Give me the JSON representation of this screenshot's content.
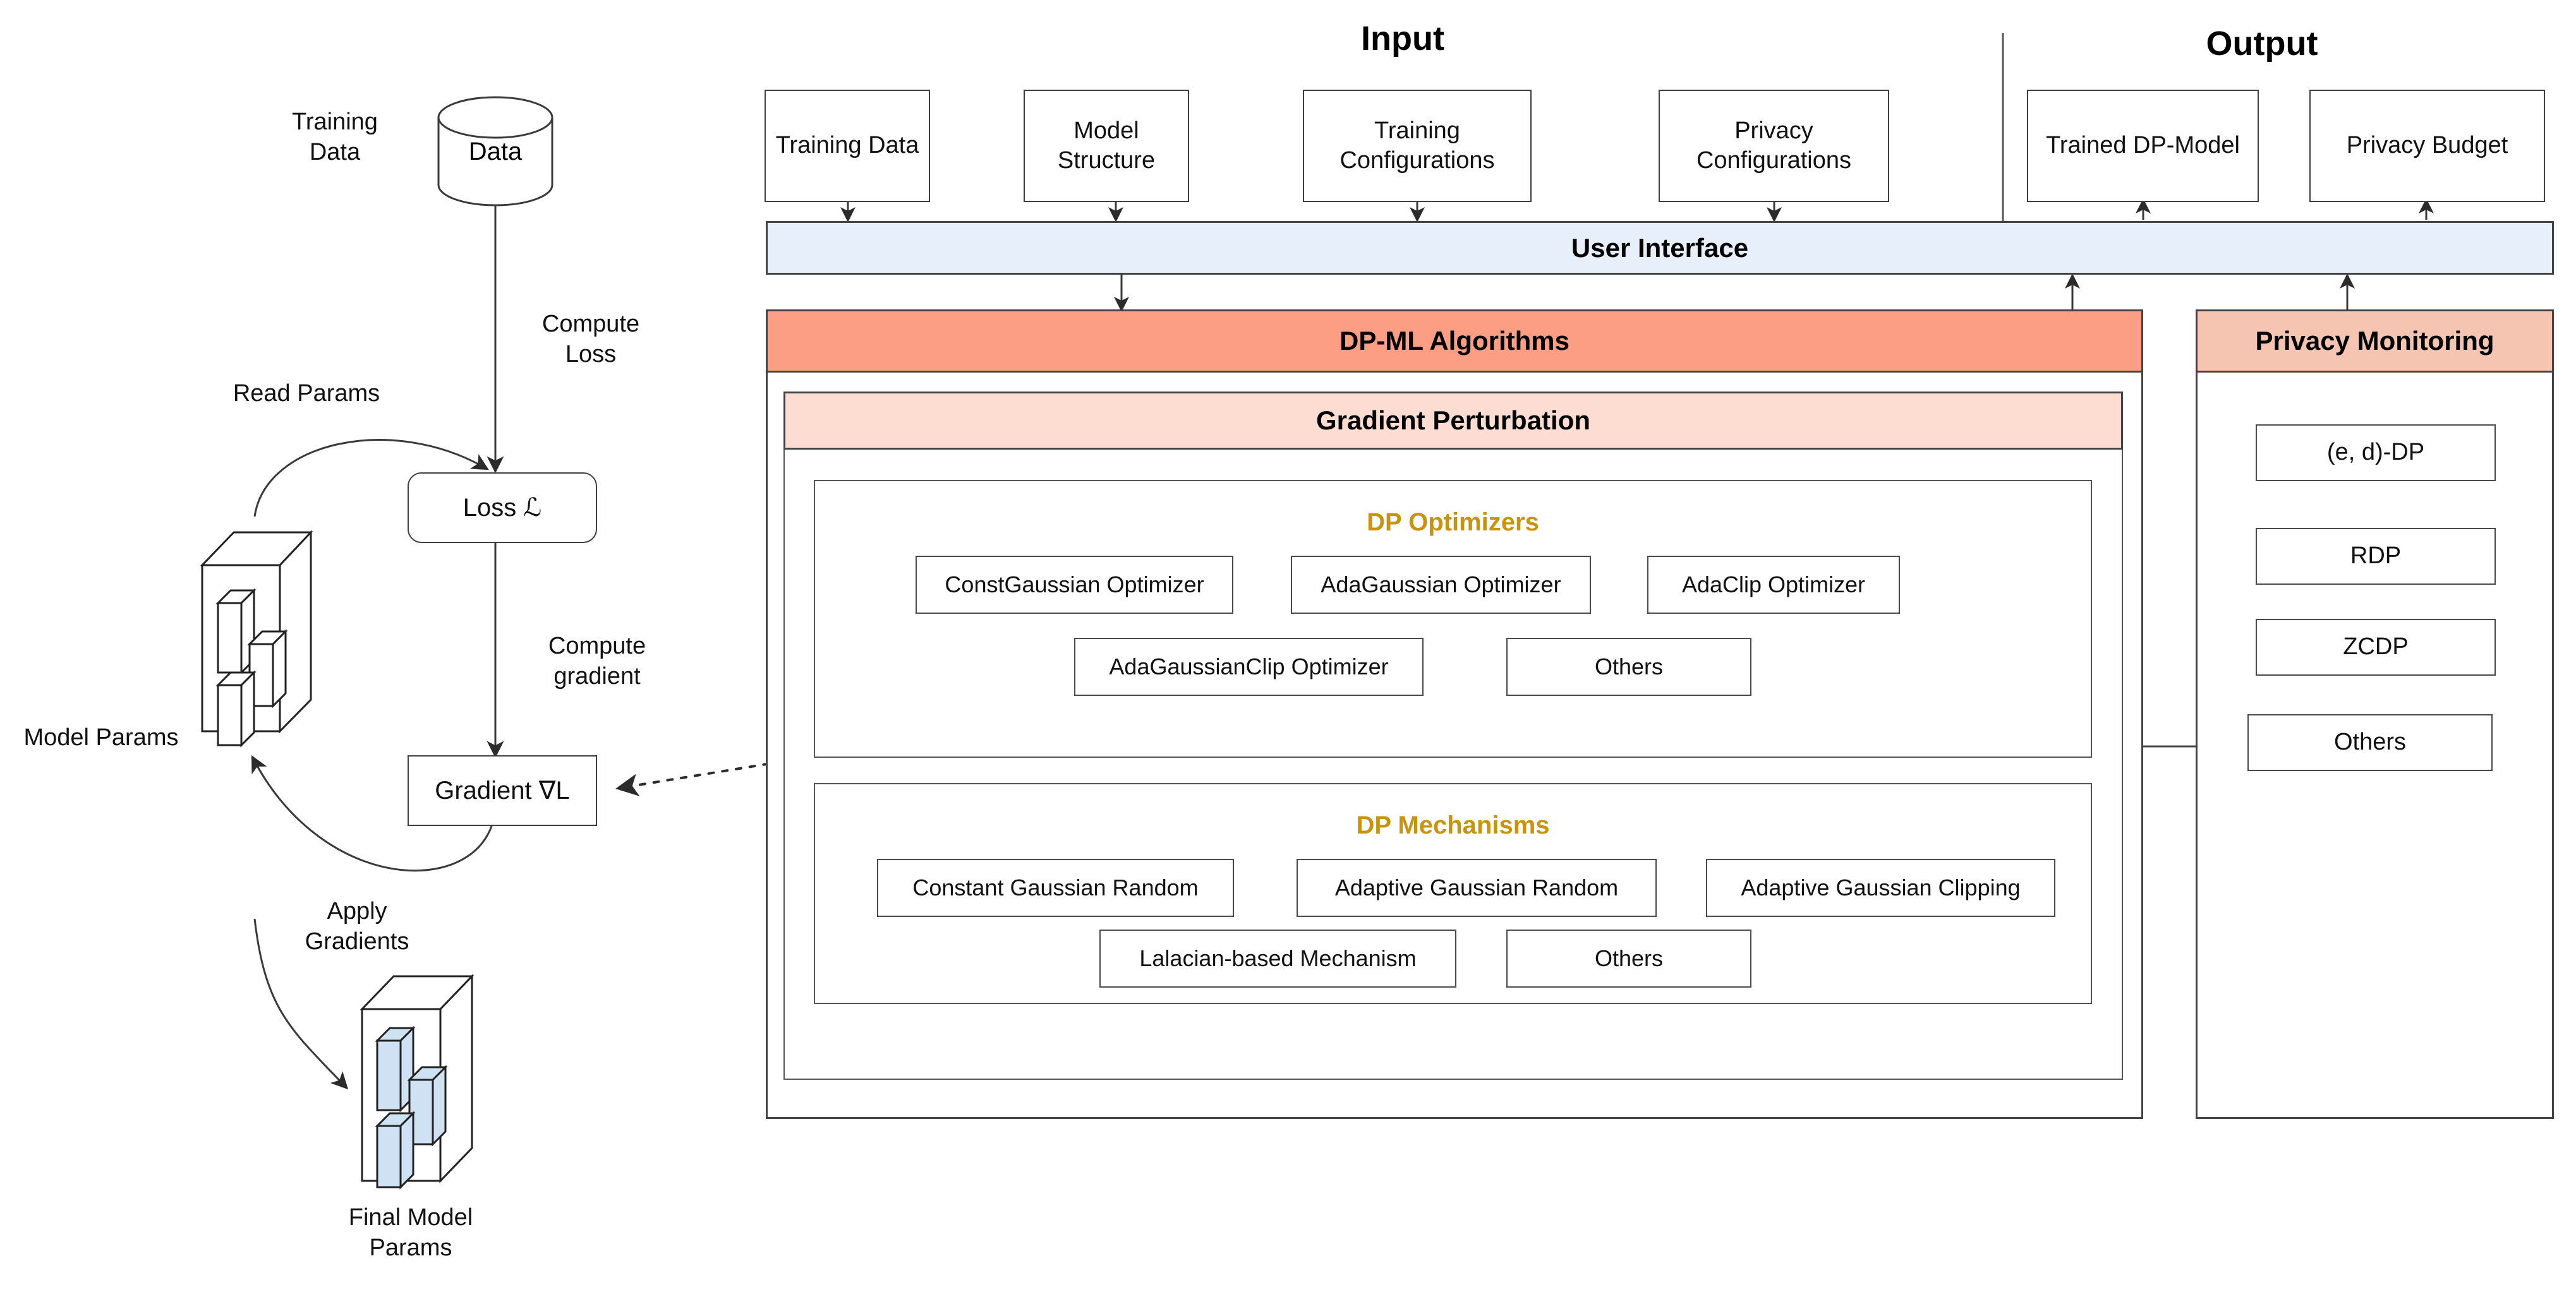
{
  "diagram": {
    "title": "DP-ML framework architecture",
    "colors": {
      "user_interface_fill": "#e7f0fa",
      "dpml_header_fill": "#fb9e83",
      "gradient_perturbation_fill": "#fdddd2",
      "privacy_monitoring_header_fill": "#f5c5b1",
      "group_title_gold": "#c8940f",
      "param_block_fill": "#cfe2f3",
      "stroke": "#444444"
    }
  },
  "training_loop": {
    "datastore": {
      "label": "Data",
      "caption": "Training\nData"
    },
    "nodes": {
      "loss": "Loss ℒ",
      "gradient": "Gradient ∇L",
      "model_params_caption": "Model Params",
      "final_model_params_caption": "Final Model\nParams"
    },
    "edges": {
      "compute_loss": "Compute\nLoss",
      "read_params": "Read Params",
      "compute_gradient": "Compute\ngradient",
      "apply_gradients": "Apply\nGradients"
    }
  },
  "io": {
    "input_title": "Input",
    "output_title": "Output",
    "inputs": [
      {
        "label": "Training\nData"
      },
      {
        "label": "Model\nStructure"
      },
      {
        "label": "Training\nConfigurations"
      },
      {
        "label": "Privacy\nConfigurations"
      }
    ],
    "outputs": [
      {
        "label": "Trained\nDP-Model"
      },
      {
        "label": "Privacy Budget"
      }
    ]
  },
  "bars": {
    "user_interface": "User Interface",
    "dpml_algorithms": "DP-ML Algorithms",
    "gradient_perturbation": "Gradient Perturbation",
    "privacy_monitoring": "Privacy Monitoring"
  },
  "dp_optimizers": {
    "title": "DP Optimizers",
    "items": [
      {
        "label": "ConstGaussian Optimizer"
      },
      {
        "label": "AdaGaussian Optimizer"
      },
      {
        "label": "AdaClip Optimizer"
      },
      {
        "label": "AdaGaussianClip Optimizer"
      },
      {
        "label": "Others"
      }
    ]
  },
  "dp_mechanisms": {
    "title": "DP Mechanisms",
    "items": [
      {
        "label": "Constant Gaussian Random"
      },
      {
        "label": "Adaptive Gaussian Random"
      },
      {
        "label": "Adaptive Gaussian Clipping"
      },
      {
        "label": "Lalacian-based Mechanism"
      },
      {
        "label": "Others"
      }
    ]
  },
  "privacy_monitoring": {
    "items": [
      {
        "label": "(e, d)-DP"
      },
      {
        "label": "RDP"
      },
      {
        "label": "ZCDP"
      },
      {
        "label": "Others"
      }
    ]
  }
}
